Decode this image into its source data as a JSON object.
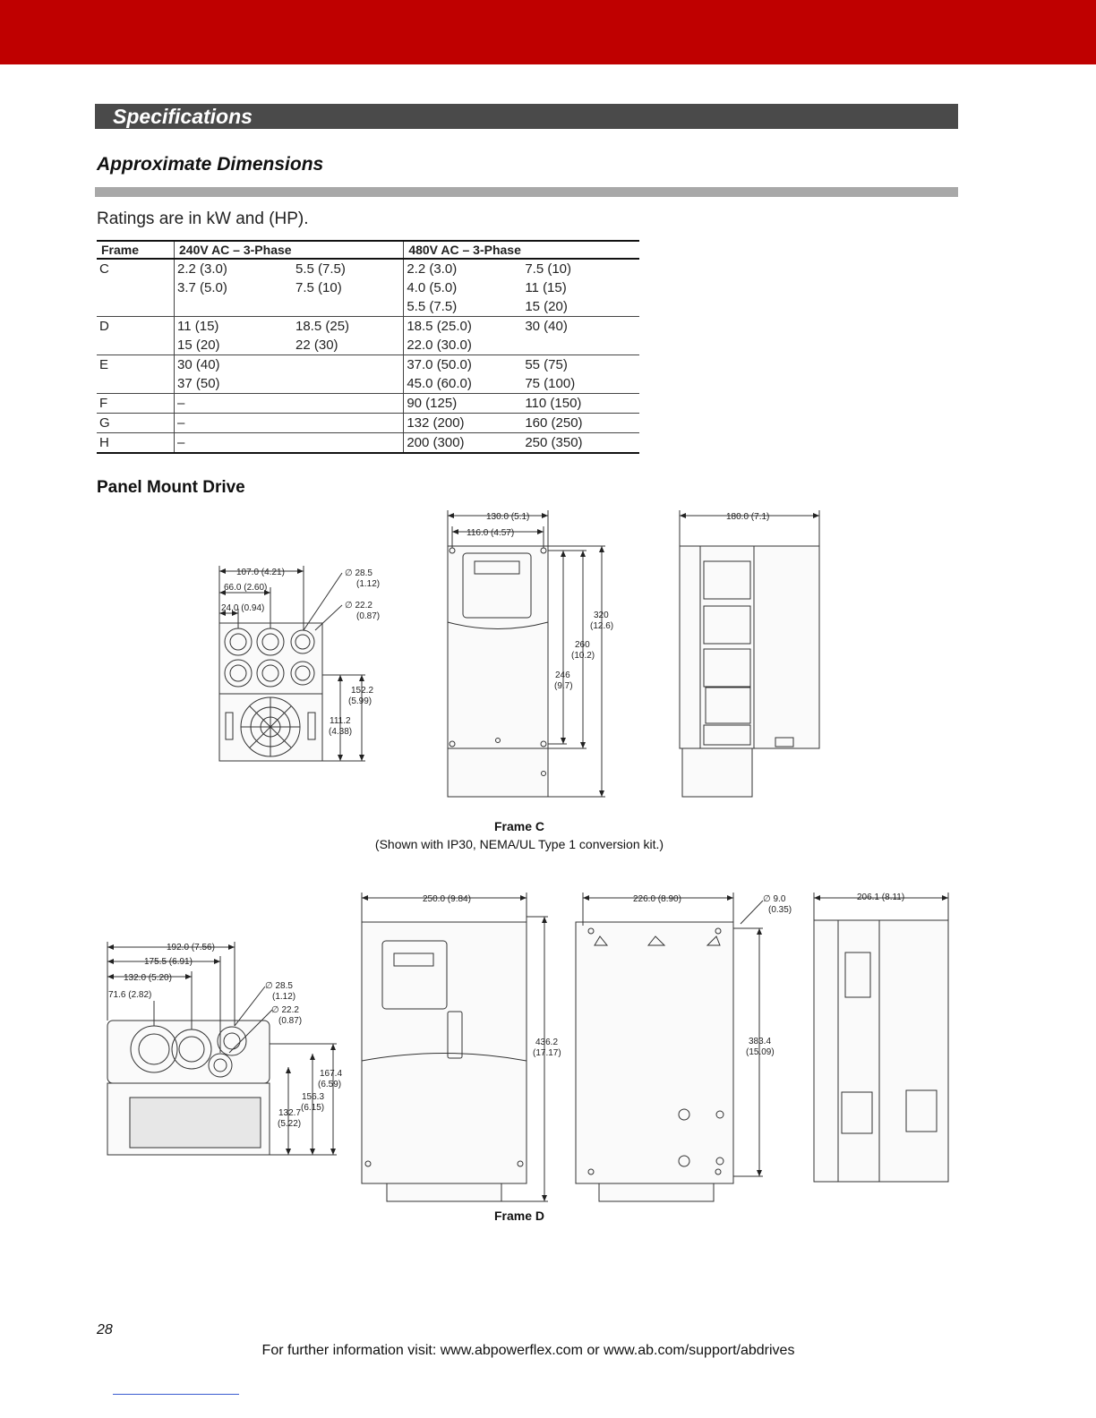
{
  "header": {
    "section_title": "Specifications"
  },
  "dimensions": {
    "heading": "Approximate Dimensions",
    "ratings_note": "Ratings are in kW and (HP).",
    "table": {
      "headers": [
        "Frame",
        "240V AC – 3-Phase",
        "480V AC – 3-Phase"
      ],
      "rows": [
        [
          "C",
          "2.2 (3.0)",
          "5.5 (7.5)",
          "2.2 (3.0)",
          "7.5 (10)"
        ],
        [
          "",
          "3.7 (5.0)",
          "7.5 (10)",
          "4.0 (5.0)",
          "11 (15)"
        ],
        [
          "",
          "",
          "",
          "5.5 (7.5)",
          "15 (20)"
        ],
        [
          "D",
          "11 (15)",
          "18.5 (25)",
          "18.5 (25.0)",
          "30 (40)"
        ],
        [
          "",
          "15 (20)",
          "22 (30)",
          "22.0 (30.0)",
          ""
        ],
        [
          "E",
          "30 (40)",
          "",
          "37.0 (50.0)",
          "55 (75)"
        ],
        [
          "",
          "37 (50)",
          "",
          "45.0 (60.0)",
          "75 (100)"
        ],
        [
          "F",
          "–",
          "",
          "90 (125)",
          "110 (150)"
        ],
        [
          "G",
          "–",
          "",
          "132 (200)",
          "160 (250)"
        ],
        [
          "H",
          "–",
          "",
          "200 (300)",
          "250 (350)"
        ]
      ]
    }
  },
  "panel_mount": {
    "title": "Panel Mount Drive"
  },
  "frame_c": {
    "caption": "Frame C",
    "caption_note": "(Shown with IP30, NEMA/UL Type 1 conversion kit.)",
    "dims": {
      "w107": "107.0 (4.21)",
      "w66": "66.0 (2.60)",
      "w24": "24.0 (0.94)",
      "d285a": "∅  28.5",
      "d285b": "(1.12)",
      "d222a": "∅  22.2",
      "d222b": "(0.87)",
      "h1522a": "152.2",
      "h1522b": "(5.99)",
      "h1112a": "111.2",
      "h1112b": "(4.38)",
      "w130": "130.0 (5.1)",
      "w116": "116.0 (4.57)",
      "h320a": "320",
      "h320b": "(12.6)",
      "h260a": "260",
      "h260b": "(10.2)",
      "h246a": "246",
      "h246b": "(9.7)",
      "w180": "180.0 (7.1)"
    }
  },
  "frame_d": {
    "caption": "Frame D",
    "dims": {
      "w192": "192.0 (7.56)",
      "w1755": "175.5 (6.91)",
      "w132": "132.0 (5.20)",
      "w716": "71.6 (2.82)",
      "d285a": "∅ 28.5",
      "d285b": "(1.12)",
      "d222a": "∅ 22.2",
      "d222b": "(0.87)",
      "h1674a": "167.4",
      "h1674b": "(6.59)",
      "h1563a": "156.3",
      "h1563b": "(6.15)",
      "h1327a": "132.7",
      "h1327b": "(5.22)",
      "w250": "250.0 (9.84)",
      "h4362a": "436.2",
      "h4362b": "(17.17)",
      "w226": "226.0 (8.90)",
      "d9a": "∅  9.0",
      "d9b": "(0.35)",
      "h3834a": "383.4",
      "h3834b": "(15.09)",
      "w2061": "206.1 (8.11)"
    }
  },
  "footer": {
    "page_number": "28",
    "info": "For further information visit: www.abpowerflex.com or www.ab.com/support/abdrives"
  }
}
